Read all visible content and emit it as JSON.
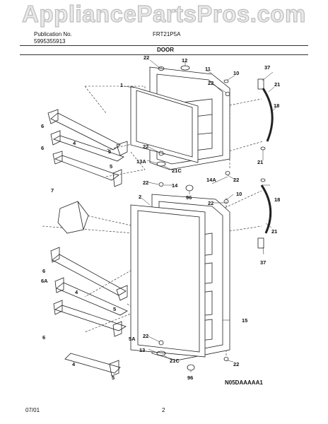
{
  "watermark": "AppliancePartsPros.com",
  "header": {
    "publication_label": "Publication No.",
    "publication_number": "5995355913",
    "model": "FRT21P5A",
    "section_title": "DOOR"
  },
  "footer": {
    "date": "07/01",
    "page": "2",
    "diagram_code": "N05DAAAAA1"
  },
  "callouts": {
    "c1": "1",
    "c2": "2",
    "c4a": "4",
    "c4b": "4",
    "c5a": "5",
    "c5b": "5",
    "c5c": "5",
    "c5A": "5A",
    "c6a": "6",
    "c6b": "6",
    "c6A": "6A",
    "c6c": "6",
    "c7": "7",
    "c10a": "10",
    "c10b": "10",
    "c11": "11",
    "c12": "12",
    "c13": "13",
    "c13A": "13A",
    "c14": "14",
    "c14A": "14A",
    "c15": "15",
    "c18a": "18",
    "c18b": "18",
    "c21a": "21",
    "c21b": "21",
    "c21c": "21",
    "c21Ca": "21C",
    "c21Cb": "21C",
    "c22a": "22",
    "c22b": "22",
    "c22c": "22",
    "c22d": "22",
    "c22e": "22",
    "c22f": "22",
    "c22g": "22",
    "c22h": "22",
    "c37a": "37",
    "c37b": "37",
    "c96a": "96",
    "c96b": "96"
  }
}
